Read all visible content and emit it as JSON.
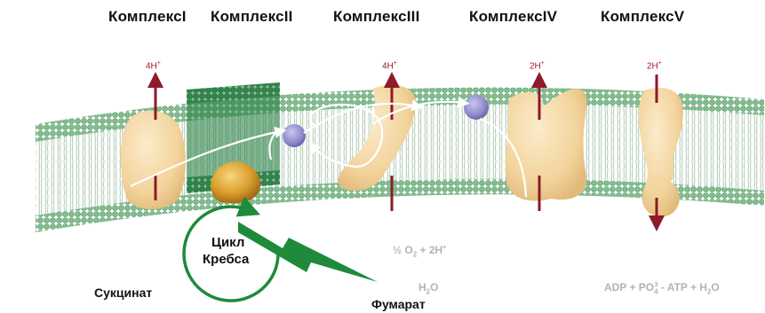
{
  "complexes": [
    "КомплексI",
    "КомплексII",
    "КомплексIII",
    "КомплексIV",
    "КомплексV"
  ],
  "protons": {
    "complex1": {
      "count": "4H",
      "charge": "+"
    },
    "complex3": {
      "count": "4H",
      "charge": "+"
    },
    "complex4": {
      "count": "2H",
      "charge": "+"
    },
    "complex5": {
      "count": "2H",
      "charge": "+"
    }
  },
  "krebs": {
    "line1": "Цикл",
    "line2": "Кребса"
  },
  "substrates": {
    "succinate": "Сукцинат",
    "fumarate": "Фумарат"
  },
  "reaction_oxygen": {
    "frac": "½ O",
    "o2_sub": "2",
    "rest": " + 2H",
    "charge": "+"
  },
  "water": {
    "h": "H",
    "sub": "2",
    "o": "O"
  },
  "atp_reaction": {
    "a": "ADP + PO",
    "sub": "4",
    "sup": "3",
    "b": " - ATP + H",
    "h_sub": "2",
    "c": "O"
  },
  "colors": {
    "arrow_red": "#8e1a2a",
    "membrane_green": "#5ea373",
    "complex2_green": "#1f7a3c",
    "protein_cream": "#f4d9a4",
    "coenzyme_blue": "#8a86c6",
    "krebs_green": "#1e8a3a"
  }
}
